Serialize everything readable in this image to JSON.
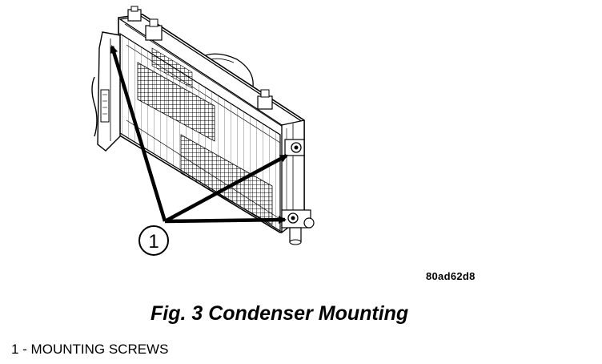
{
  "figure": {
    "id": "80ad62d8",
    "caption": "Fig. 3 Condenser Mounting",
    "callouts": [
      {
        "number": "1"
      }
    ]
  },
  "legend": {
    "items": [
      {
        "text": "1 - MOUNTING SCREWS"
      }
    ]
  },
  "colors": {
    "ink": "#000000",
    "background": "#ffffff"
  }
}
